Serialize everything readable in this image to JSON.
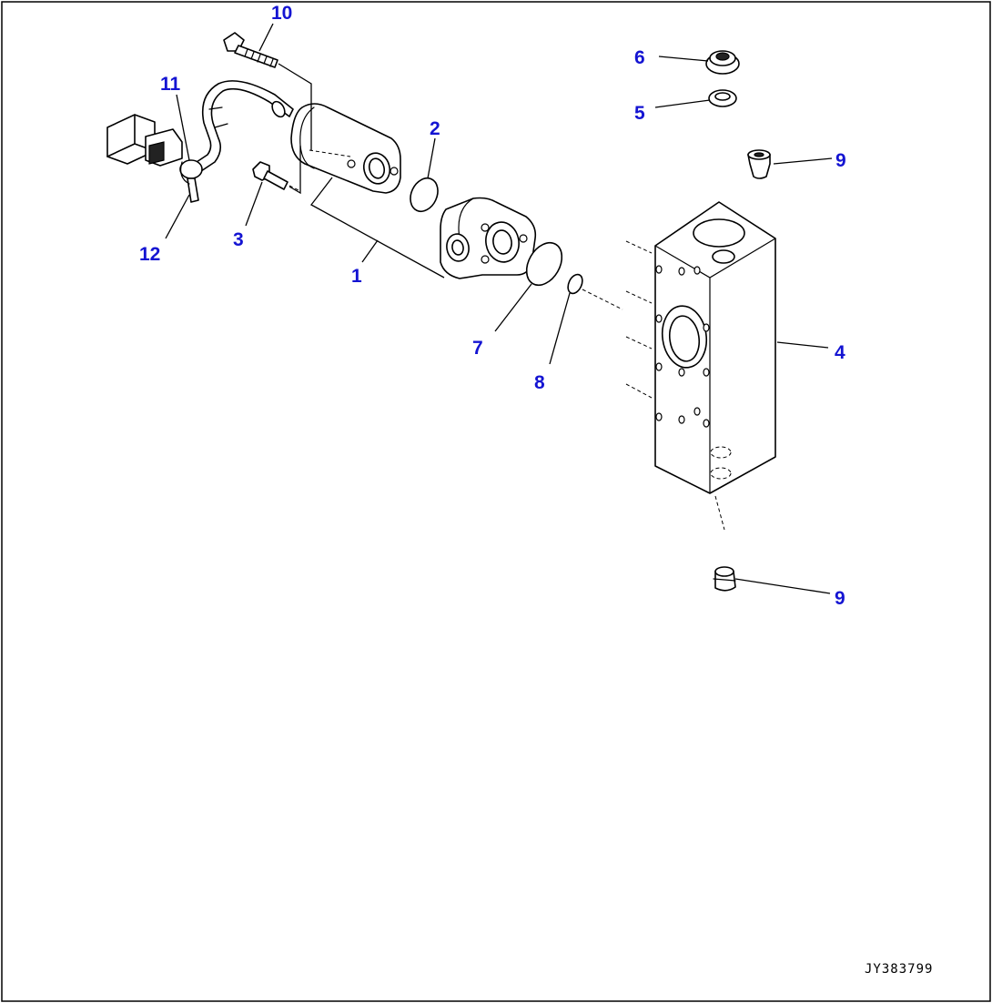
{
  "callouts": {
    "c1": "1",
    "c2": "2",
    "c3": "3",
    "c4": "4",
    "c5": "5",
    "c6": "6",
    "c7": "7",
    "c8": "8",
    "c9a": "9",
    "c9b": "9",
    "c10": "10",
    "c11": "11",
    "c12": "12"
  },
  "drawing_code": "JY383799",
  "colors": {
    "callout": "#1414d2",
    "line": "#000000",
    "background": "#ffffff"
  }
}
